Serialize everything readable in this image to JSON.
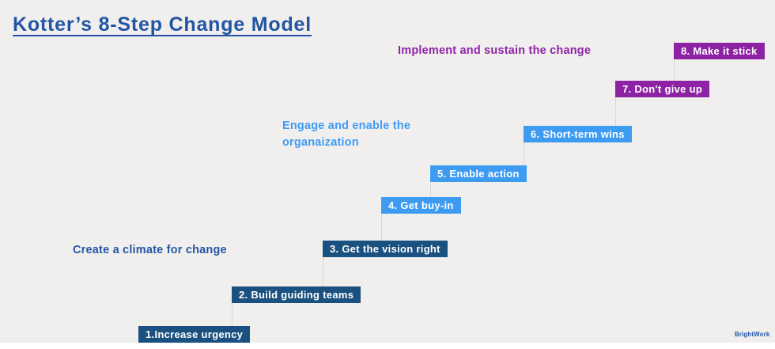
{
  "title": "Kotter’s 8-Step Change Model",
  "phases": [
    {
      "label": "Create a climate for change",
      "color": "#2456A5"
    },
    {
      "label": "Engage and enable the\norganaization",
      "color": "#3F9BF5"
    },
    {
      "label": "Implement and sustain the change",
      "color": "#8E24A8"
    }
  ],
  "steps": [
    {
      "label": "1.Increase urgency",
      "color": "#1A5180",
      "phase": "Create a climate for change"
    },
    {
      "label": "2. Build guiding teams",
      "color": "#1A5180",
      "phase": "Create a climate for change"
    },
    {
      "label": "3. Get the vision right",
      "color": "#1A5180",
      "phase": "Create a climate for change"
    },
    {
      "label": "4. Get buy-in",
      "color": "#3D9BF2",
      "phase": "Engage and enable the organaization"
    },
    {
      "label": "5. Enable action",
      "color": "#3D9BF2",
      "phase": "Engage and enable the organaization"
    },
    {
      "label": "6. Short-term wins",
      "color": "#3D9BF2",
      "phase": "Engage and enable the organaization"
    },
    {
      "label": "7. Don't give up",
      "color": "#8E22A4",
      "phase": "Implement and sustain the change"
    },
    {
      "label": "8. Make it stick",
      "color": "#8E22A4",
      "phase": "Implement and sustain the change"
    }
  ],
  "brand": "BrightWork",
  "colors": {
    "background": "#F0EFED",
    "title_blue": "#2155A4",
    "dark_blue_step": "#1A5180",
    "light_blue_step": "#3D9BF2",
    "purple_step": "#8E22A4",
    "connector_gray": "#D8D7D5"
  }
}
